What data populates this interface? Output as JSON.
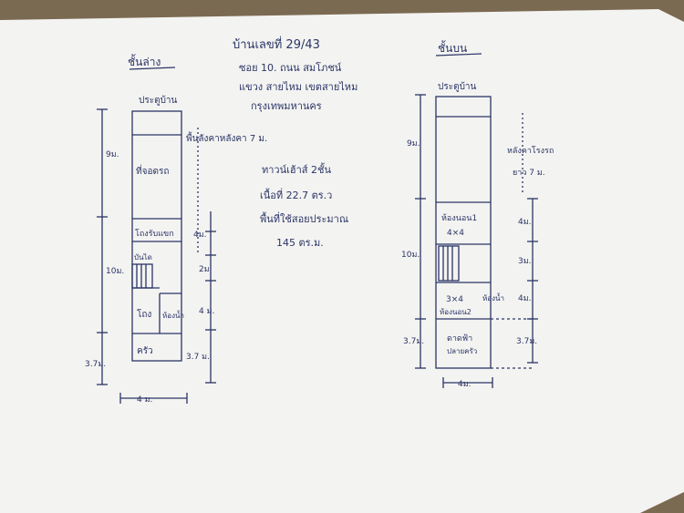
{
  "header": {
    "line1": "บ้านเลขที่ 29/43",
    "line2": "ซอย 10. ถนน สมโภชน์",
    "line3": "แขวง สายไหม เขตสายไหม",
    "line4": "กรุงเทพมหานคร"
  },
  "notes": {
    "line1": "ทาวน์เฮ้าส์ 2ชั้น",
    "line2": "เนื้อที่ 22.7 ตร.ว",
    "line3": "พื้นที่ใช้สอยประมาณ",
    "line4": "145 ตร.ม."
  },
  "ground_floor": {
    "title": "ชั้นล่าง",
    "door": "ประตูบ้าน",
    "rooms": {
      "parking": "ที่จอดรถ",
      "living": "โถงรับแขก",
      "stairs": "บันได",
      "hall": "โถง",
      "bathroom": "ห้องน้ำ",
      "kitchen": "ครัว"
    },
    "dims_left": [
      "9ม.",
      "10ม.",
      "3.7ม."
    ],
    "dims_right": [
      "พื้นลังคาหลังคา 7 ม.",
      "4ม.",
      "2ม.",
      "4 ม.",
      "3.7 ม."
    ],
    "width": "4 ม."
  },
  "upper_floor": {
    "title": "ชั้นบน",
    "door": "ประตูบ้าน",
    "rooms": {
      "bedroom": "ห้องนอน1",
      "bedroom_size": "4×4",
      "bedroom2_size": "3×4",
      "bedroom2": "ห้องนอน2",
      "bathroom": "ห้องน้ำ",
      "balcony_1": "ดาดฟ้า",
      "balcony_2": "ปลายครัว"
    },
    "dims_left": [
      "9ม.",
      "10ม.",
      "3.7ม."
    ],
    "dims_right": [
      "หลังคาโรงรถ",
      "ยาว 7 ม.",
      "4ม.",
      "3ม.",
      "4ม.",
      "3.7ม."
    ],
    "width": "4ม."
  }
}
